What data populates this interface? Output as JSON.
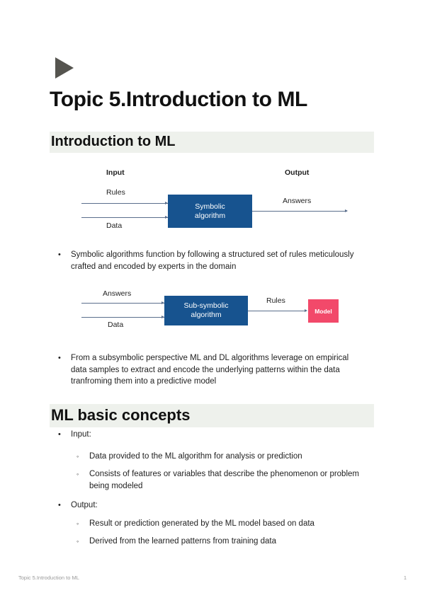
{
  "document": {
    "title": "Topic 5.Introduction to ML",
    "play_icon": "play-triangle-icon"
  },
  "sections": [
    {
      "heading": "Introduction to ML",
      "bullets": [
        "Symbolic algorithms function by following a structured set of rules meticulously crafted and encoded by experts in the domain",
        "From a subsymbolic perspective ML and DL algorithms leverage on empirical data samples to extract and encode the underlying patterns within the data tranfroming them into a predictive model"
      ]
    },
    {
      "heading": "ML basic concepts",
      "items": [
        {
          "label": "Input:",
          "sub": [
            "Data provided to the ML algorithm for analysis or prediction",
            "Consists of features or variables that describe the phenomenon or problem being modeled"
          ]
        },
        {
          "label": "Output:",
          "sub": [
            "Result or prediction generated by the ML model based on data",
            "Derived from the learned patterns from training data"
          ]
        }
      ]
    }
  ],
  "diagrams": [
    {
      "name": "symbolic-algorithm-diagram",
      "input_header": "Input",
      "output_header": "Output",
      "input_top": "Rules",
      "input_bottom": "Data",
      "box": "Symbolic algorithm",
      "box_line1": "Symbolic",
      "box_line2": "algorithm",
      "output_label": "Answers",
      "box_color": "#17538f",
      "line_color": "#5a6e8c"
    },
    {
      "name": "sub-symbolic-algorithm-diagram",
      "input_top": "Answers",
      "input_bottom": "Data",
      "box": "Sub-symbolic algorithm",
      "box_line1": "Sub-symbolic",
      "box_line2": "algorithm",
      "output_label": "Rules",
      "result_box": "Model",
      "box_color": "#17538f",
      "result_color": "#f2496a",
      "line_color": "#5a6e8c"
    }
  ],
  "footer": {
    "left": "Topic 5.Introduction to ML",
    "page": "1"
  },
  "colors": {
    "heading_band": "#eef1ec",
    "blue": "#17538f",
    "pink": "#f2496a",
    "icon_grey": "#55544f",
    "footer_text": "#9a9a9a"
  }
}
